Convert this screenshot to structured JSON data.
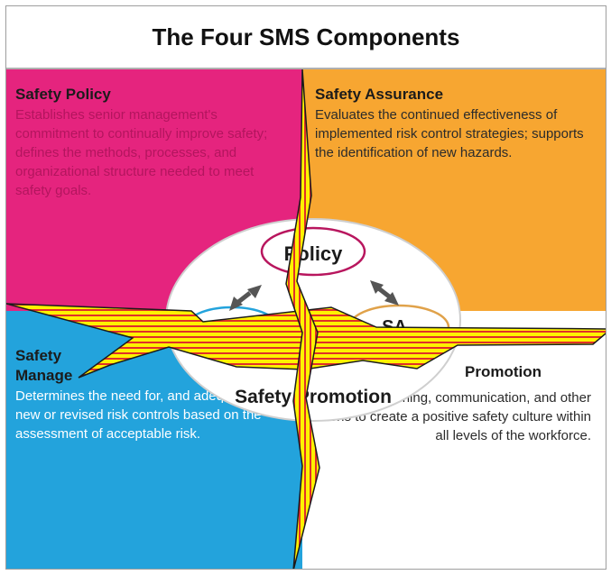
{
  "title": "The Four SMS Components",
  "quadrants": {
    "top_left": {
      "title": "Safety Policy",
      "body": "Establishes senior management's commitment to continually improve safety; defines the methods, processes, and organizational structure needed to meet safety goals."
    },
    "top_right": {
      "title": "Safety Assurance",
      "body": "Evaluates the continued effectiveness of implemented risk control strategies; supports the identification of new hazards."
    },
    "bottom_left": {
      "title_line1": "Safety",
      "title_line2": "Manage",
      "body": "Determines the need for, and adequacy of, new or revised risk controls based on the assessment of acceptable risk."
    },
    "bottom_right": {
      "title": "Promotion",
      "body": "Includes training, communication, and other actions to create a positive safety culture within all levels of the workforce."
    }
  },
  "center_diagram": {
    "policy_label": "Policy",
    "sa_label": "SA",
    "promotion_label": "Safety Promotion"
  },
  "colors": {
    "policy": "#e5247e",
    "assurance": "#f7a631",
    "risk_management": "#23a3dc",
    "promotion": "#ffffff",
    "crack_fill": "#fff200",
    "crack_stripe": "#e0302a"
  }
}
